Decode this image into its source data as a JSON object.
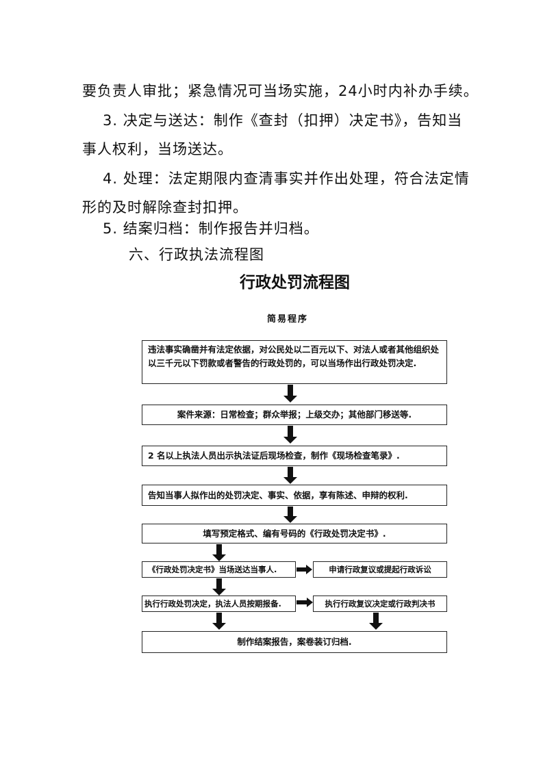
{
  "body": {
    "lines": [
      "要负责人审批；紧急情况可当场实施，24小时内补办手续。",
      "3. 决定与送达：制作《查封（扣押）决定书》，告知当",
      "事人权利，当场送达。",
      "4. 处理：法定期限内查清事实并作出处理，符合法定情",
      "形的及时解除查封扣押。",
      "5. 结案归档：制作报告并归档。",
      "六、行政执法流程图"
    ]
  },
  "flowchart": {
    "title": "行政处罚流程图",
    "subtitle": "简易程序",
    "steps": [
      "违法事实确凿并有法定依据，对公民处以二百元以下、对法人或者其他组织处以三千元以下罚款或者警告的行政处罚的，可以当场作出行政处罚决定.",
      "案件来源：日常检查；群众举报；上级交办；其他部门移送等.",
      "2 名以上执法人员出示执法证后现场检查，制作《现场检查笔录》.",
      "告知当事人拟作出的处罚决定、事实、依据，享有陈述、申辩的权利.",
      "填写预定格式、编有号码的《行政处罚决定书》.",
      "《行政处罚决定书》当场送达当事人.",
      "申请行政复议或提起行政诉讼",
      "执行行政处罚决定，执法人员按期报备.",
      "执行行政复议决定或行政判决书",
      "制作结案报告，案卷装订归档."
    ]
  }
}
